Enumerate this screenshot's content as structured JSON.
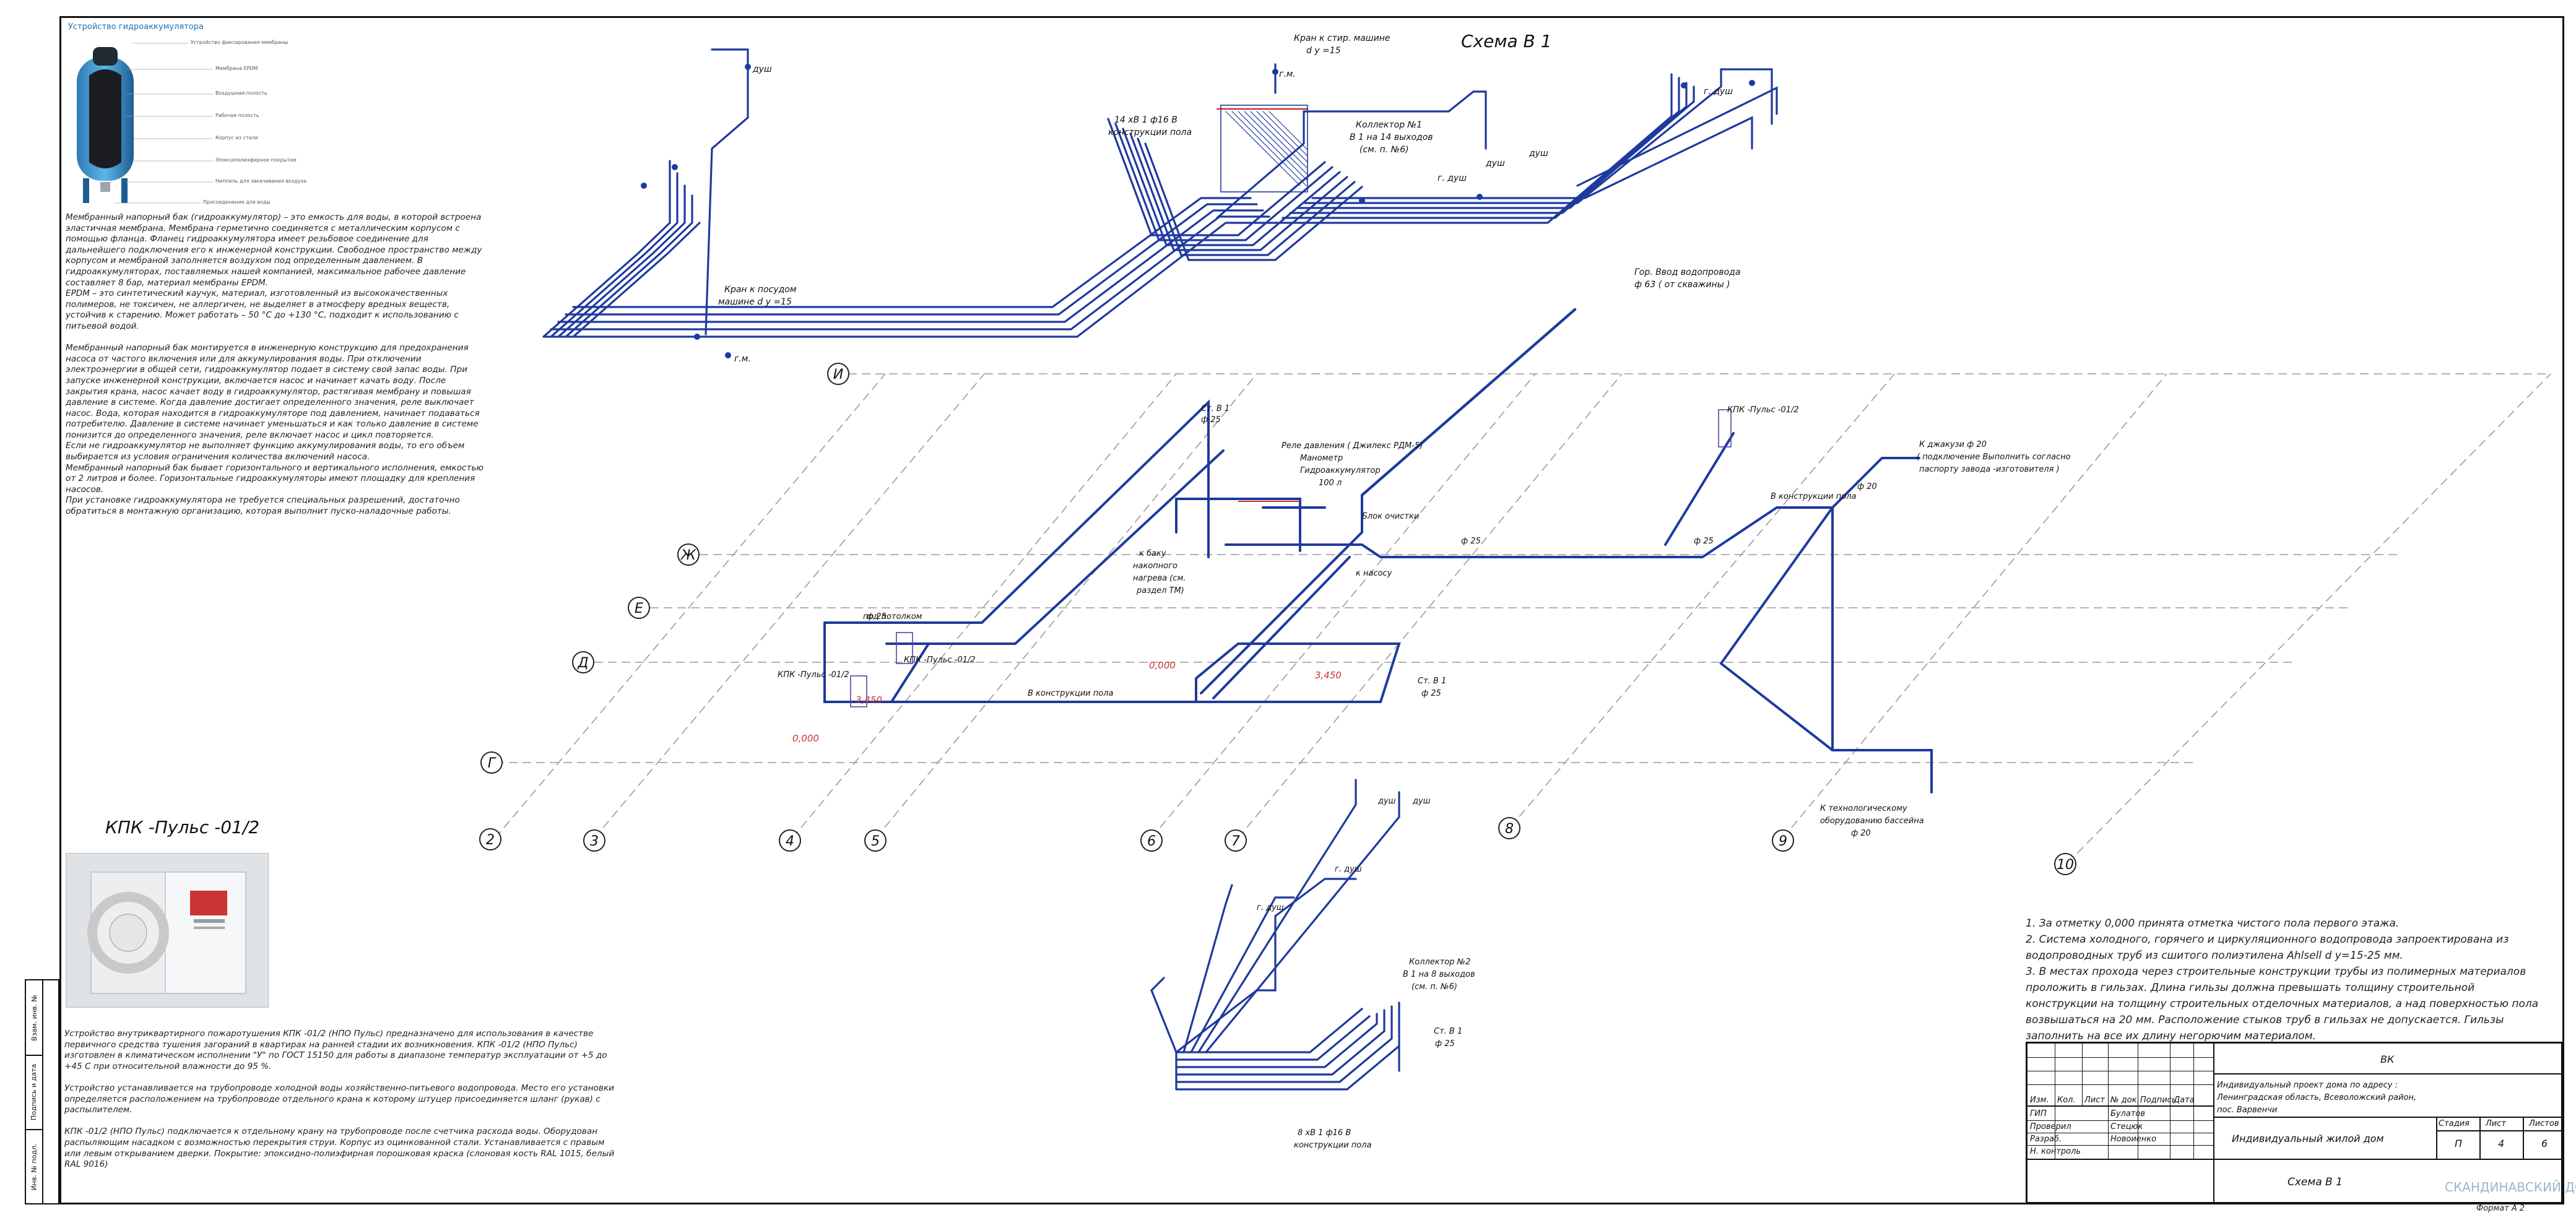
{
  "scheme_title": "Схема В 1",
  "axes": {
    "rows": [
      "И",
      "Ж",
      "Е",
      "Д",
      "Г"
    ],
    "cols": [
      "2",
      "3",
      "4",
      "5",
      "6",
      "7",
      "8",
      "9",
      "10"
    ]
  },
  "upper_labels": {
    "kran_stir": "Кран к стир. машине",
    "kran_stir_d": "d y =15",
    "kollektor1": "Коллектор №1",
    "kollektor1_sub": "В 1 на 14 выходов",
    "kollektor1_ref": "(см. п. №6)",
    "kollektor1_pipes": "14 хВ 1 ф16 В",
    "kollektor1_pipes_sub": "конструкции пола",
    "kran_posud": "Кран к посудом",
    "kran_posud_sub": "машине d y =15",
    "gor_vvod": "Гор. Ввод водопровода",
    "gor_vvod_sub": "ф 63 ( от скважины )",
    "dush": "душ",
    "g_dush": "г. душ",
    "gm": "г.м."
  },
  "middle_labels": {
    "st_v1_top": "Ст. В 1",
    "st_v1_top_d": "ф 25",
    "rele": "Реле давления ( Джилекс РДМ-5)",
    "manometr": "Манометр",
    "gidro": "Гидроаккумулятор",
    "gidro_vol": "100 л",
    "blok": "Блок очистки",
    "k_nasosu": "к насосу",
    "k_baku": "к баку",
    "k_baku2": "накопного",
    "k_baku3": "нагрева (см.",
    "k_baku4": "раздел ТМ)",
    "kpk_right": "КПК -Пульс -01/2",
    "kpk_left": "КПК -Пульс -01/2",
    "kpk_mid": "КПК -Пульс -01/2",
    "k_dzhakuzi": "К джакузи ф 20",
    "k_dzhakuzi_sub": "( подключение Выполнить согласно",
    "k_dzhakuzi_sub2": "паспорту завода -изготовителя )",
    "v_konstr": "В конструкции пола",
    "pod_pot": "под потолком",
    "elev_0": "0,000",
    "elev_0_mid": "0,000",
    "elev_3450a": "3,450",
    "elev_3450b": "3,450",
    "st_v1_right": "Ст. В 1",
    "st_v1_right_d": "ф 25",
    "k_tech": "К технологическому",
    "k_tech2": "оборудованию бассейна",
    "k_tech3": "ф 20",
    "d25": "ф 25",
    "d20": "ф 20"
  },
  "lower_labels": {
    "kollektor2": "Коллектор №2",
    "kollektor2_sub": "В 1 на 8 выходов",
    "kollektor2_ref": "(см. п. №6)",
    "st_v1": "Ст. В 1",
    "st_v1_d": "ф 25",
    "pipes": "8 хВ 1 ф16 В",
    "pipes_sub": "конструкции пола",
    "dush": "душ",
    "g_dush": "г. душ"
  },
  "tank": {
    "title": "Устройство гидроаккумулятора",
    "parts": [
      "Устройство фиксирования мембраны",
      "Мембрана EPDM",
      "Воздушная полость",
      "Рабочая полость",
      "Корпус из стали",
      "Эпоксиполиэфирное покрытие",
      "Ниппель для закачивания воздуха",
      "Присоединение для воды"
    ]
  },
  "tank_text": "Мембранный напорный бак (гидроаккумулятор) – это емкость для воды, в которой встроена эластичная мембрана. Мембрана герметично соединяется с металлическим корпусом с помощью фланца. Фланец гидроаккумулятора имеет резьбовое соединение для дальнейшего подключения его к инженерной конструкции. Свободное пространство между корпусом и мембраной заполняется воздухом под определенным давлением. В гидроаккумуляторах, поставляемых нашей компанией, максимальное рабочее давление составляет 8 бар, материал мембраны EPDM.\nEPDM – это синтетический каучук, материал, изготовленный из высококачественных полимеров, не токсичен, не аллергичен, не выделяет в атмосферу вредных веществ, устойчив к старению. Может работать – 50 °С до +130 °С, подходит к использованию с питьевой водой.\n\nМембранный напорный бак монтируется в инженерную конструкцию для предохранения насоса от частого включения или для аккумулирования воды. При отключении электроэнергии в общей сети, гидроаккумулятор подает в систему свой запас воды. При запуске инженерной конструкции, включается насос и начинает качать воду. После закрытия крана, насос качает воду в гидроаккумулятор, растягивая мембрану и повышая давление в системе. Когда давление достигает определенного значения, реле выключает насос. Вода, которая находится в гидроаккумуляторе под давлением, начинает подаваться потребителю. Давление в системе начинает уменьшаться и как только давление в системе понизится до определенного значения, реле включает насос и цикл повторяется.\nЕсли не гидроаккумулятор не выполняет функцию аккумулирования воды, то его объем выбирается из условия ограничения количества включений насоса.\nМембранный напорный бак бывает горизонтального и вертикального исполнения, емкостью от 2 литров и более. Горизонтальные гидроаккумуляторы имеют площадку для крепления насосов.\nПри установке гидроаккумулятора не требуется специальных разрешений, достаточно обратиться в монтажную организацию, которая выполнит пуско-наладочные работы.",
  "kpk_heading": "КПК -Пульс -01/2",
  "kpk_text": "Устройство внутриквартирного пожаротушения КПК -01/2 (НПО Пульс) предназначено для использования в качестве первичного средства тушения загораний в квартирах на ранней стадии их возникновения. КПК -01/2 (НПО Пульс) изготовлен в климатическом исполнении \"У\" по ГОСТ 15150 для работы в диапазоне температур эксплуатации от +5 до +45 С при относительной влажности до 95 %.\n\nУстройство устанавливается на трубопроводе холодной воды хозяйственно-питьевого водопровода. Место его установки определяется расположением на трубопроводе отдельного крана к которому штуцер присоединяется шланг (рукав) с распылителем.\n\nКПК -01/2 (НПО Пульс) подключается к отдельному крану на трубопроводе после счетчика расхода воды. Оборудован распыляющим насадком с возможностью перекрытия струи. Корпус из оцинкованной стали. Устанавливается с правым или левым открыванием дверки. Покрытие: эпоксидно-полиэфирная порошковая краска (слоновая кость RAL 1015, белый RAL 9016)",
  "general_notes": [
    "1. За отметку 0,000 принята отметка чистого пола первого этажа.",
    "2. Система холодного, горячего и циркуляционного водопровода запроектирована из водопроводных труб из сшитого полиэтилена Ahlsell d y=15-25 мм.",
    "3. В местах прохода через строительные конструкции трубы из полимерных материалов проложить в гильзах. Длина гильзы должна превышать толщину строительной конструкции на толщину строительных отделочных материалов, а над поверхностью пола возвышаться на 20 мм. Расположение стыков труб в гильзах не допускается. Гильзы заполнить на все их длину негорючим материалом."
  ],
  "title_block": {
    "code": "ВК",
    "project": "Индивидуальный проект дома по адресу : Ленинградская область, Всеволожский район, пос. Варвенчи",
    "object": "Индивидуальный жилой дом",
    "sheet_name": "Схема В 1",
    "stage_h": "Стадия",
    "sheet_h": "Лист",
    "sheets_h": "Листов",
    "stage": "П",
    "sheet": "4",
    "sheets": "6",
    "cols": [
      "Изм.",
      "Кол.",
      "Лист",
      "№ док.",
      "Подпись",
      "Дата"
    ],
    "roles": [
      "ГИП",
      "Проверил",
      "Разраб.",
      "Н. контроль"
    ],
    "names": [
      "Булатов",
      "Стецюк",
      "Новоиенко",
      ""
    ],
    "company": "СКАНДИНАВСКИЙ ДОМ",
    "format": "Формат А 2"
  },
  "side_stamp": [
    "Взам. инв. №",
    "Подпись и дата",
    "Инв. № подл."
  ]
}
